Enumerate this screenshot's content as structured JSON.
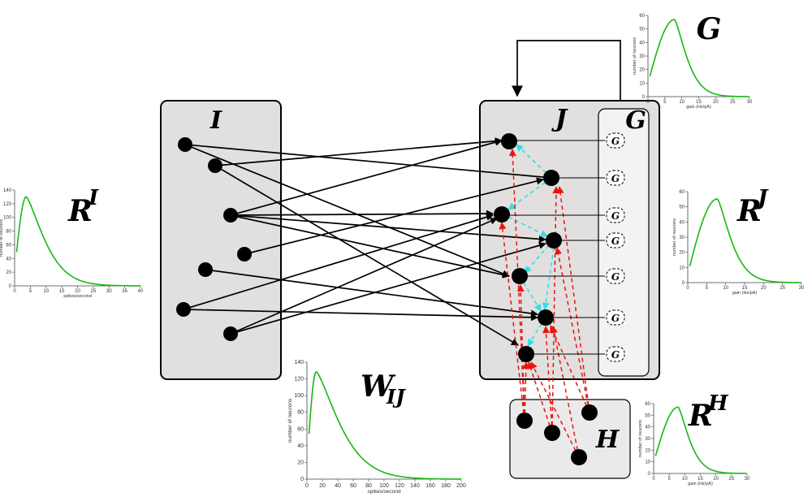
{
  "labels": {
    "pop_I": "I",
    "pop_J": "J",
    "pop_H": "H",
    "gain_panel": "G",
    "gain_node": "G",
    "R_I": "R",
    "R_I_sup": "I",
    "R_J": "R",
    "R_J_sup": "J",
    "R_H": "R",
    "R_H_sup": "H",
    "W_IJ": "W",
    "W_IJ_sub": "IJ",
    "G_top": "G"
  },
  "colors": {
    "excitatory": "#000000",
    "lateral": "#2ee0ea",
    "inhibitory": "#e8150f",
    "curve": "#19b80f"
  },
  "histograms": {
    "R_I": {
      "xlabel": "spikes/second",
      "ylabel": "number of neurons",
      "xticks": [
        "0",
        "5",
        "10",
        "15",
        "20",
        "25",
        "30",
        "35",
        "40"
      ],
      "yticks": [
        "0",
        "20",
        "40",
        "60",
        "80",
        "100",
        "120",
        "140"
      ]
    },
    "W_IJ": {
      "xlabel": "spikes/second",
      "ylabel": "number of neurons",
      "xticks": [
        "0",
        "20",
        "40",
        "60",
        "80",
        "100",
        "120",
        "140",
        "160",
        "180",
        "200"
      ],
      "yticks": [
        "0",
        "20",
        "40",
        "60",
        "80",
        "100",
        "120",
        "140"
      ]
    },
    "G": {
      "xlabel": "gain (Hz/pA)",
      "ylabel": "number of neurons",
      "xticks": [
        "0",
        "5",
        "10",
        "15",
        "20",
        "25",
        "30"
      ],
      "yticks": [
        "0",
        "10",
        "20",
        "30",
        "40",
        "50",
        "60"
      ]
    },
    "R_J": {
      "xlabel": "gain (Hz/pA)",
      "ylabel": "number of neurons",
      "xticks": [
        "0",
        "5",
        "10",
        "15",
        "20",
        "25",
        "30"
      ],
      "yticks": [
        "0",
        "10",
        "20",
        "30",
        "40",
        "50",
        "60"
      ]
    },
    "R_H": {
      "xlabel": "gain (Hz/pA)",
      "ylabel": "number of neurons",
      "xticks": [
        "0",
        "5",
        "10",
        "15",
        "20",
        "25",
        "30"
      ],
      "yticks": [
        "0",
        "10",
        "20",
        "30",
        "40",
        "50",
        "60"
      ]
    }
  }
}
